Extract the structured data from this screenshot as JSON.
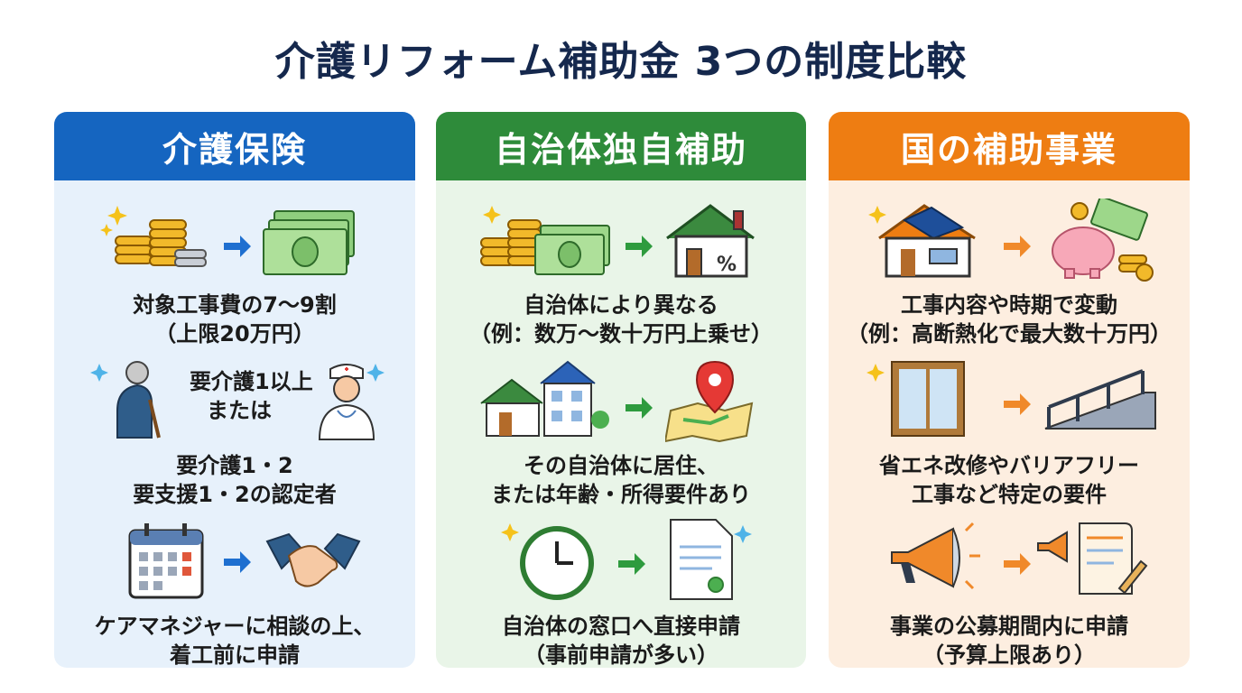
{
  "title": "介護リフォーム補助金 3つの制度比較",
  "columns": [
    {
      "heading": "介護保険",
      "header_color": "#1565c0",
      "bg_color": "#e7f1fb",
      "rows": [
        {
          "lines": [
            "対象工事費の7〜9割",
            "（上限20万円）"
          ]
        },
        {
          "mid_lines": [
            "要介護1以上",
            "または"
          ],
          "lines": [
            "要介護1・2",
            "要支援1・2の認定者"
          ]
        },
        {
          "lines": [
            "ケアマネジャーに相談の上、",
            "着工前に申請"
          ]
        }
      ]
    },
    {
      "heading": "自治体独自補助",
      "header_color": "#2e8b3a",
      "bg_color": "#e9f5e8",
      "rows": [
        {
          "lines": [
            "自治体により異なる",
            "（例：数万〜数十万円上乗せ）"
          ]
        },
        {
          "lines": [
            "その自治体に居住、",
            "または年齢・所得要件あり"
          ]
        },
        {
          "lines": [
            "自治体の窓口へ直接申請",
            "（事前申請が多い）"
          ]
        }
      ]
    },
    {
      "heading": "国の補助事業",
      "header_color": "#ee7d12",
      "bg_color": "#fdeee0",
      "rows": [
        {
          "lines": [
            "工事内容や時期で変動",
            "（例：高断熱化で最大数十万円）"
          ]
        },
        {
          "lines": [
            "省エネ改修やバリアフリー",
            "工事など特定の要件"
          ]
        },
        {
          "lines": [
            "事業の公募期間内に申請",
            "（予算上限あり）"
          ]
        }
      ]
    }
  ],
  "arrow_colors": {
    "blue": "#1e6fd0",
    "green": "#2e9b3e",
    "orange": "#f0892a"
  }
}
